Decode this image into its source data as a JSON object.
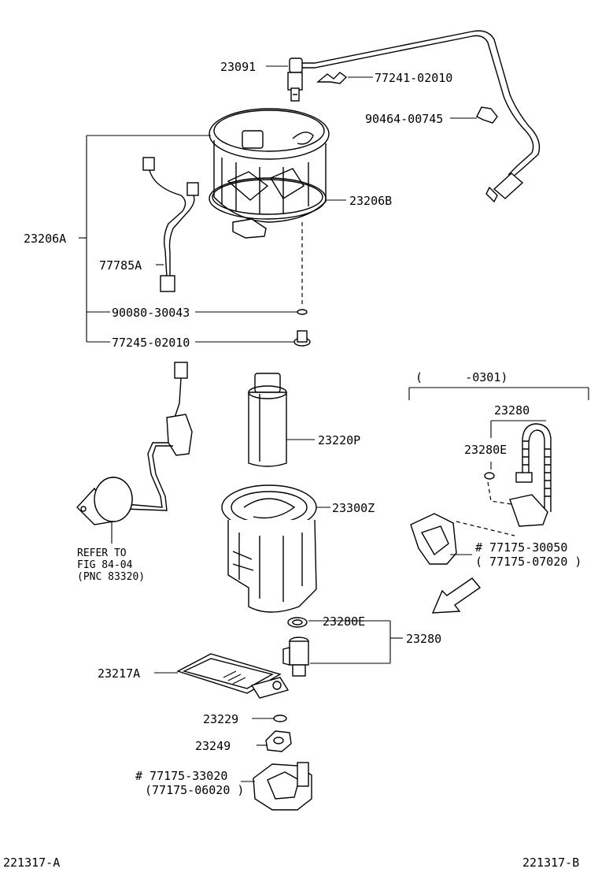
{
  "labels": {
    "l23091": "23091",
    "l77241": "77241-02010",
    "l90464": "90464-00745",
    "l23206A": "23206A",
    "l23206B": "23206B",
    "l77785A": "77785A",
    "l90080": "90080-30043",
    "l77245": "77245-02010",
    "range": "(      -0301)",
    "l23280top": "23280",
    "l23280Etop": "23280E",
    "l23220P": "23220P",
    "l23300Z": "23300Z",
    "refer1": "REFER TO",
    "refer2": "FIG 84-04",
    "refer3": "(PNC 83320)",
    "l77175_30050": "# 77175-30050",
    "l77175_07020": "( 77175-07020 )",
    "l23280Ebot": "23280E",
    "l23280bot": "23280",
    "l23217A": "23217A",
    "l23229": "23229",
    "l23249": "23249",
    "l77175_33020": "# 77175-33020",
    "l77175_06020": "(77175-06020 )",
    "footLeft": "221317-A",
    "footRight": "221317-B"
  }
}
